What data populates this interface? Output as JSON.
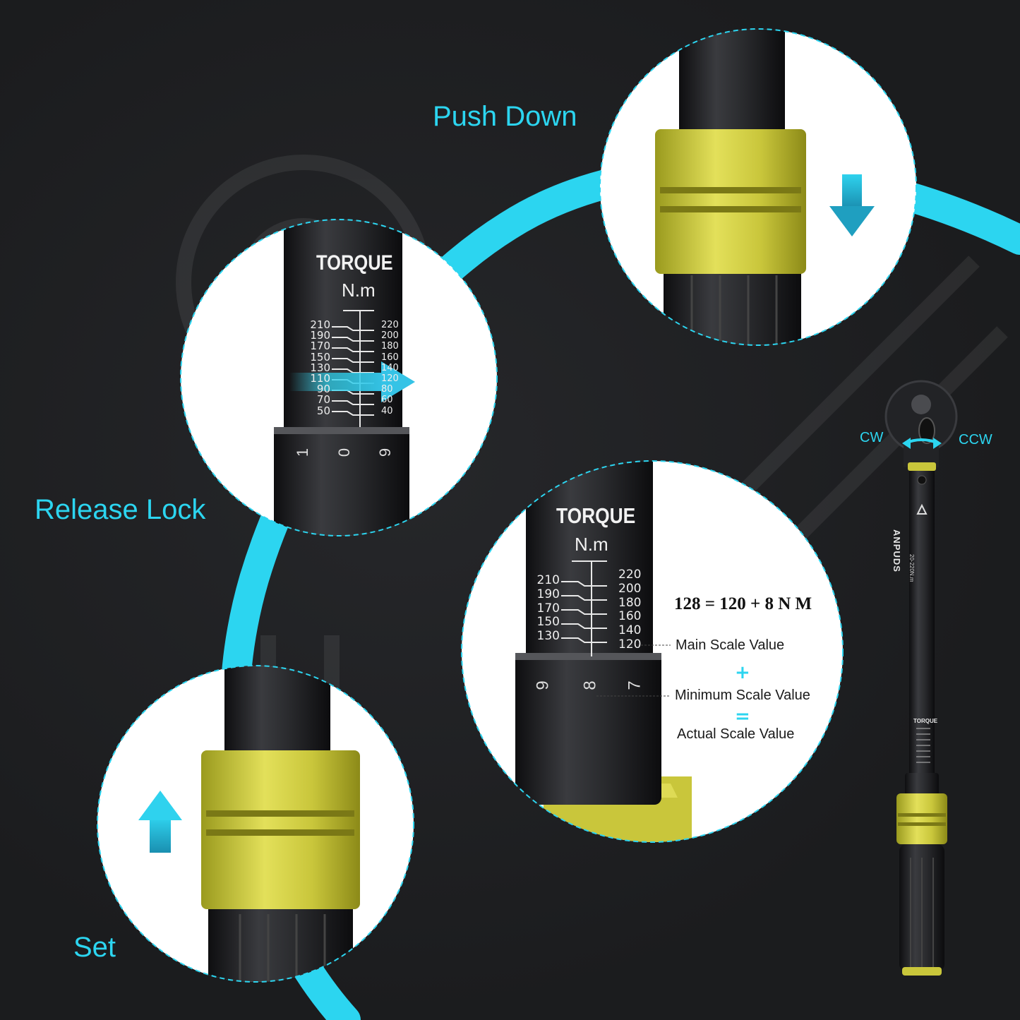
{
  "steps": {
    "release_lock": "Release Lock",
    "push_down": "Push Down",
    "set": "Set"
  },
  "scale": {
    "title": "TORQUE",
    "unit": "N.m",
    "left_ticks": [
      "210",
      "190",
      "170",
      "150",
      "130",
      "110",
      "90",
      "70",
      "50"
    ],
    "right_ticks": [
      "220",
      "200",
      "180",
      "160",
      "140",
      "120",
      "80",
      "60",
      "40"
    ],
    "collar_digits": [
      "1",
      "0",
      "9"
    ],
    "collar_digits_zoom": [
      "9",
      "8",
      "7"
    ]
  },
  "example": {
    "formula": "128 = 120 + 8 N M",
    "main_scale": "Main Scale Value",
    "plus": "+",
    "minimum_scale": "Minimum Scale Value",
    "equals": "=",
    "actual_scale": "Actual Scale Value"
  },
  "ratchet": {
    "cw": "CW",
    "ccw": "CCW",
    "brand": "ANPUDS",
    "range": "20-220N.m"
  },
  "colors": {
    "accent": "#2cd5f0",
    "handle": "#1c1d1f",
    "collar": "#c8c63a",
    "background": "#1b1c1e"
  }
}
